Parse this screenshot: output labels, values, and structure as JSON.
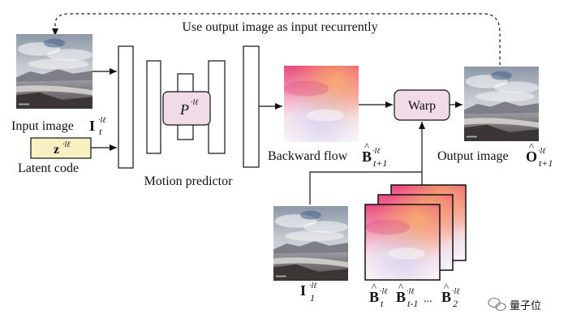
{
  "diagram": {
    "loop_label": "Use output image as input recurrently",
    "input_image_label": "Input image",
    "input_image_symbol": {
      "base": "I",
      "sup": "·lℓ",
      "sub": "t"
    },
    "latent_box_symbol": {
      "base": "z",
      "sup": "·lℓ"
    },
    "latent_code_label": "Latent code",
    "predictor_block_symbol": {
      "base": "P",
      "sup": "·lℓ"
    },
    "motion_predictor_label": "Motion predictor",
    "backward_flow_label": "Backward flow",
    "backward_flow_symbol": {
      "hat": "^",
      "base": "B",
      "sup": "·lℓ",
      "sub": "t+1"
    },
    "warp_label": "Warp",
    "output_image_label": "Output image",
    "output_image_symbol": {
      "hat": "^",
      "base": "O",
      "sup": "·lℓ",
      "sub": "t+1"
    },
    "first_frame_symbol": {
      "base": "I",
      "sup": "·lℓ",
      "sub": "1"
    },
    "flow_stack_symbols": {
      "first": {
        "hat": "^",
        "base": "B",
        "sup": "·lℓ",
        "sub": "t"
      },
      "second": {
        "hat": "^",
        "base": "B",
        "sup": "·lℓ",
        "sub": "t-1"
      },
      "ellipsis": "...",
      "last": {
        "hat": "^",
        "base": "B",
        "sup": "·lℓ",
        "sub": "2"
      }
    },
    "watermark": "量子位",
    "colors": {
      "latent_fill": "#f6f0c2",
      "predictor_fill": "#f1dbe6",
      "warp_fill": "#f1dbe6",
      "stroke": "#111111"
    }
  }
}
